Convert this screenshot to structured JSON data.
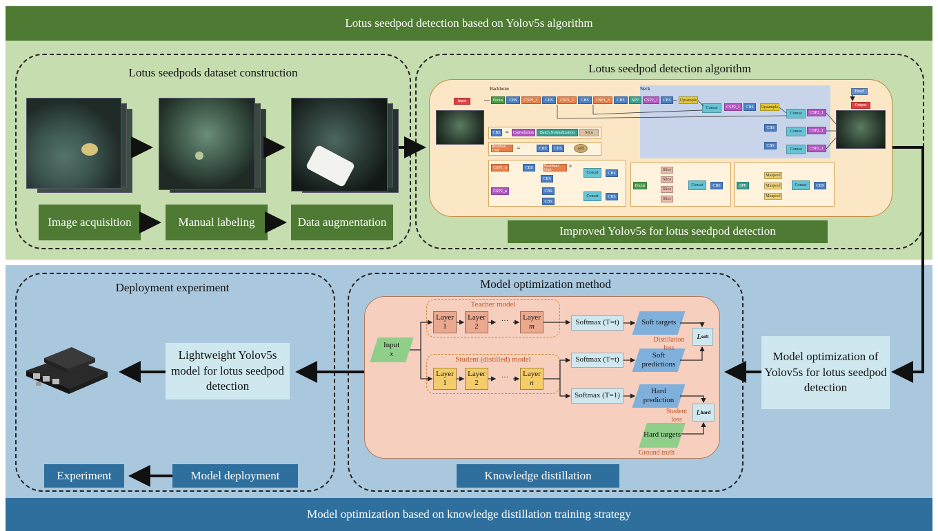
{
  "top_banner": "Lotus seedpod detection based on Yolov5s algorithm",
  "bottom_banner": "Model optimization based on knowledge distillation training strategy",
  "dataset": {
    "title": "Lotus seedpods dataset construction",
    "steps": [
      "Image acquisition",
      "Manual labeling",
      "Data augmentation"
    ]
  },
  "detection": {
    "title": "Lotus seedpod detection algorithm",
    "footer": "Improved Yolov5s for lotus seedpod detection",
    "labels": {
      "input": "Input",
      "backbone": "Backbone",
      "neck": "Neck",
      "head": "Head",
      "output": "Output",
      "focus": "Focus",
      "cbs": "CBS",
      "csp1_1": "CSP1_1",
      "csp1_3": "CSP1_3",
      "spp": "SPP",
      "csp2_1": "CSP2_1",
      "upsample": "Upsample",
      "concat": "Concat",
      "conv": "Convolution",
      "bn": "Batch Normalization",
      "silu": "SiLu",
      "equals": "=",
      "res_unit": "Residual Unit",
      "add": "add",
      "csp1_n": "CSP1_n",
      "csp2_n": "CSP2_n",
      "slice": "Slice",
      "maxpool": "Maxpool",
      "n": "n"
    }
  },
  "optimization": {
    "side_label": "Model optimization of Yolov5s for lotus seedpod detection",
    "title": "Model optimization method",
    "footer": "Knowledge distillation",
    "input": "Input",
    "input_var": "x",
    "teacher": "Teacher model",
    "student": "Student (distilled) model",
    "layer": "Layer",
    "dots": "···",
    "teacher_layers": [
      "1",
      "2",
      "m"
    ],
    "student_layers": [
      "1",
      "2",
      "n"
    ],
    "softmax_t": "Softmax (T=t)",
    "softmax_1": "Softmax (T=1)",
    "soft_targets": "Soft targets",
    "soft_predictions": "Soft predictions",
    "hard_prediction": "Hard prediction",
    "hard_targets": "Hard targets",
    "distillation_loss": "Distillation loss",
    "student_loss": "Student loss",
    "ground_truth": "Ground truth",
    "l_soft": "L",
    "l_soft_sub": "soft",
    "l_hard": "L",
    "l_hard_sub": "hard"
  },
  "deployment": {
    "title": "Deployment experiment",
    "model_label": "Lightweight Yolov5s model for lotus seedpod detection",
    "steps": [
      "Model deployment",
      "Experiment"
    ]
  },
  "colors": {
    "green_dark": "#4e7a33",
    "green_light": "#c6ddb0",
    "blue_dark": "#2f6f9e",
    "blue_light": "#a9c8de"
  }
}
